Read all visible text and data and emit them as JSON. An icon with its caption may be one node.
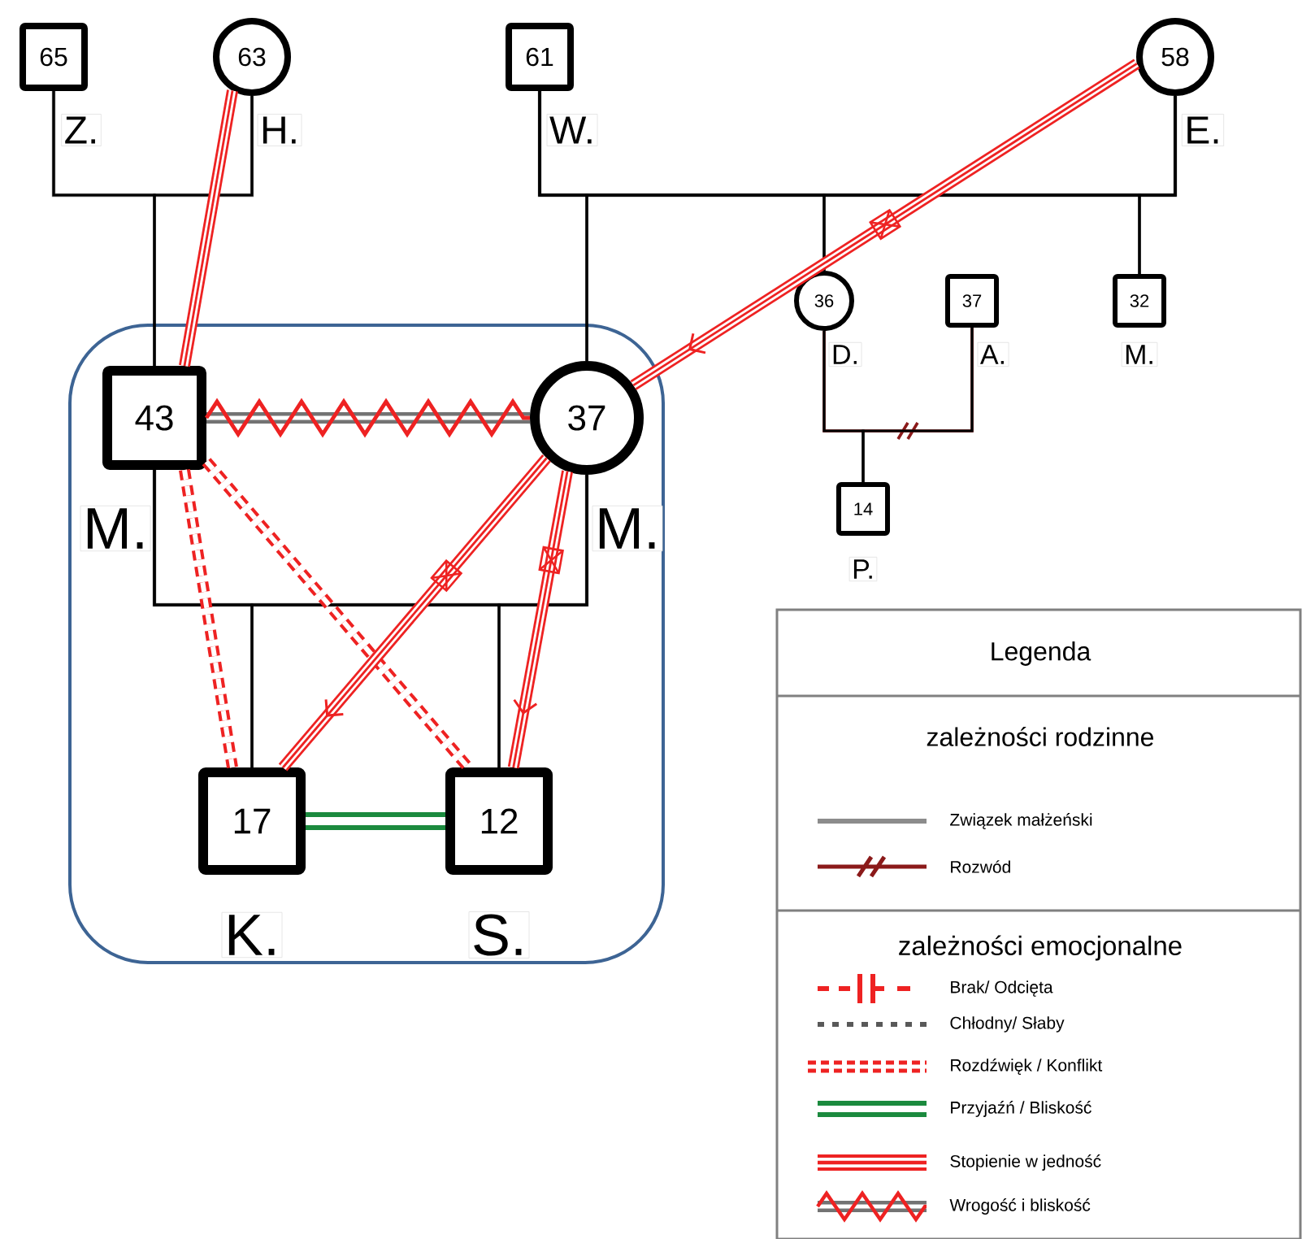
{
  "diagram": {
    "nodes": [
      {
        "text": [],
        "shape": "box"
      },
      {
        "text": [
          "65",
          "Z."
        ]
      },
      {
        "text": [
          "63",
          "H."
        ]
      },
      {
        "text": [
          "61",
          "W."
        ]
      },
      {
        "text": [
          "58",
          "E."
        ]
      },
      {
        "text": [
          "36",
          "D."
        ]
      },
      {
        "text": [
          "37",
          "A."
        ]
      },
      {
        "text": [
          "32",
          "M."
        ]
      },
      {
        "text": [
          "43",
          "M."
        ],
        "in": 0
      },
      {
        "text": [
          "37",
          "M."
        ],
        "in": 0
      },
      {
        "text": [
          "14",
          "P."
        ]
      },
      {
        "text": [
          "17",
          "K."
        ],
        "in": 0
      },
      {
        "text": [
          "12",
          "S."
        ],
        "in": 0
      }
    ],
    "edges": [
      {
        "from": 1,
        "to": 2,
        "arrow": "none",
        "color": "#8c8c8c"
      },
      {
        "from": 1,
        "to": 8,
        "arrow": "none"
      },
      {
        "from": 2,
        "to": 8,
        "arrow": "none"
      },
      {
        "from": 3,
        "to": 4,
        "arrow": "none",
        "color": "#8c8c8c"
      },
      {
        "from": 3,
        "to": 9,
        "arrow": "none"
      },
      {
        "from": 4,
        "to": 9,
        "arrow": "none"
      },
      {
        "from": 3,
        "to": 5,
        "arrow": "none"
      },
      {
        "from": 4,
        "to": 5,
        "arrow": "none"
      },
      {
        "from": 3,
        "to": 7,
        "arrow": "none"
      },
      {
        "from": 4,
        "to": 7,
        "arrow": "none"
      },
      {
        "from": 8,
        "to": 9,
        "arrow": "none",
        "color": "#8c8c8c"
      },
      {
        "from": 8,
        "to": 11,
        "arrow": "none"
      },
      {
        "from": 9,
        "to": 11,
        "arrow": "none"
      },
      {
        "from": 8,
        "to": 12,
        "arrow": "none"
      },
      {
        "from": 9,
        "to": 12,
        "arrow": "none"
      },
      {
        "from": 5,
        "to": 6,
        "arrow": "none",
        "color": "#8b1a1a"
      },
      {
        "from": 5,
        "to": 10,
        "arrow": "none"
      },
      {
        "from": 6,
        "to": 10,
        "arrow": "none"
      },
      {
        "from": 2,
        "to": 8,
        "arrow": "none",
        "style": "thick",
        "color": "#ee2222"
      },
      {
        "from": 4,
        "to": 9,
        "arrow": "to",
        "style": "thick",
        "color": "#ee2222"
      },
      {
        "from": 8,
        "to": 9,
        "arrow": "none",
        "color": "#ee2222"
      },
      {
        "from": 8,
        "to": 11,
        "arrow": "none",
        "style": "dashed",
        "color": "#ee2222"
      },
      {
        "from": 8,
        "to": 12,
        "arrow": "none",
        "style": "dashed",
        "color": "#ee2222"
      },
      {
        "from": 9,
        "to": 11,
        "arrow": "to",
        "style": "thick",
        "color": "#ee2222"
      },
      {
        "from": 9,
        "to": 12,
        "arrow": "to",
        "style": "thick",
        "color": "#ee2222"
      },
      {
        "from": 11,
        "to": 12,
        "arrow": "none",
        "style": "thick",
        "color": "#1b8a3e"
      }
    ],
    "labels": [
      "Legenda",
      "zależności rodzinne",
      "zależności emocjonalne"
    ],
    "legend": [
      {
        "text": "Związek małżeński"
      },
      {
        "text": "Rozwód"
      },
      {
        "text": "Brak/ Odcięta"
      },
      {
        "text": "Chłodny/ Słaby"
      },
      {
        "text": "Rozdźwięk / Konflikt"
      },
      {
        "text": "Przyjaźń / Bliskość"
      },
      {
        "text": "Stopienie w jedność"
      },
      {
        "text": "Wrogość i bliskość"
      }
    ]
  }
}
